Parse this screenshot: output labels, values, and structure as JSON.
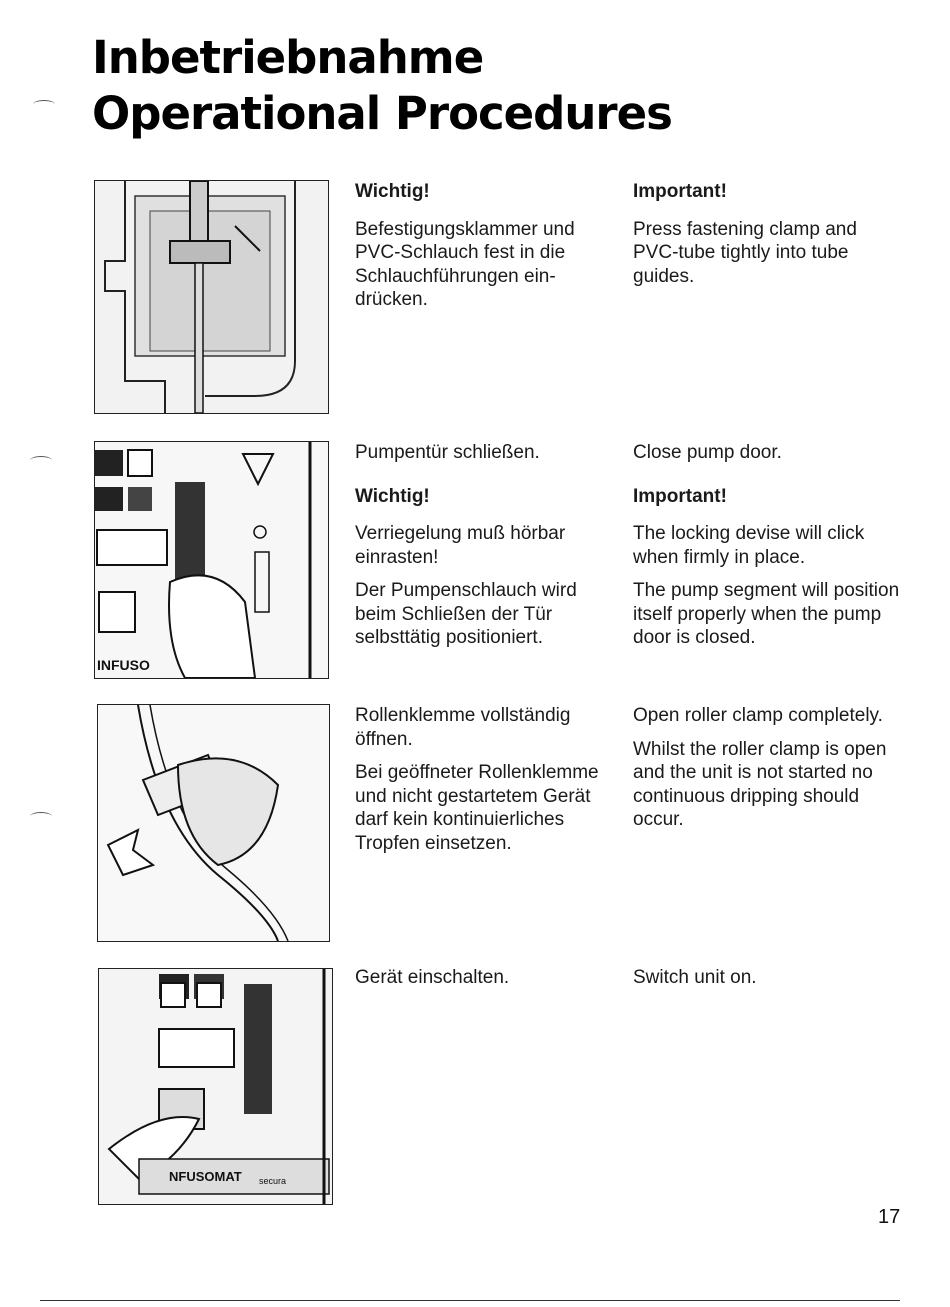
{
  "page": {
    "title_de": "Inbetriebnahme",
    "title_en": "Operational Procedures",
    "page_number": "17"
  },
  "figures": {
    "fig3_label": "INFUSO",
    "fig5_label": "NFUSOMAT",
    "fig5_sub": "secura"
  },
  "sections": [
    {
      "de": {
        "heading": "Wichtig!",
        "paragraphs": [
          "Befestigungsklammer und PVC-Schlauch fest in die Schlauchführungen ein-drücken."
        ]
      },
      "en": {
        "heading": "Important!",
        "paragraphs": [
          "Press fastening clamp and PVC-tube tightly into tube guides."
        ]
      }
    },
    {
      "de": {
        "intro": "Pumpentür schließen.",
        "heading": "Wichtig!",
        "paragraphs": [
          "Verriegelung muß hörbar einrasten!",
          "Der Pumpenschlauch wird beim Schließen der Tür selbsttätig positioniert."
        ]
      },
      "en": {
        "intro": "Close pump door.",
        "heading": "Important!",
        "paragraphs": [
          "The locking devise will click when firmly in place.",
          "The pump segment will position itself properly when the pump door is closed."
        ]
      }
    },
    {
      "de": {
        "paragraphs": [
          "Rollenklemme vollständig öffnen.",
          "Bei geöffneter Rollenklemme und nicht gestartetem Gerät darf kein kontinuierliches Tropfen einsetzen."
        ]
      },
      "en": {
        "paragraphs": [
          "Open roller clamp completely.",
          "Whilst the roller clamp is open and the unit is not started no continuous dripping should occur."
        ]
      }
    },
    {
      "de": {
        "paragraphs": [
          "Gerät einschalten."
        ]
      },
      "en": {
        "paragraphs": [
          "Switch unit on."
        ]
      }
    }
  ]
}
